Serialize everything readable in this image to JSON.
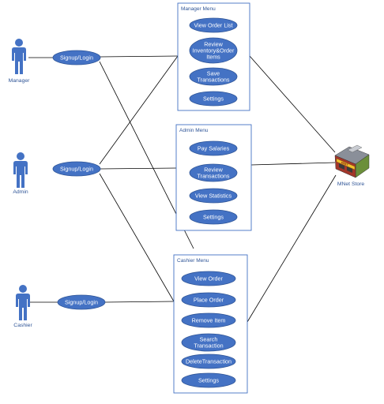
{
  "actors": [
    {
      "id": "manager",
      "label": "Manager"
    },
    {
      "id": "admin",
      "label": "Admin"
    },
    {
      "id": "cashier",
      "label": "Cashier"
    }
  ],
  "login": [
    {
      "id": "manager-login",
      "label": "Signup/Login"
    },
    {
      "id": "admin-login",
      "label": "Signup/Login"
    },
    {
      "id": "cashier-login",
      "label": "Signup/Login"
    }
  ],
  "menus": [
    {
      "id": "manager-menu",
      "title": "Manager Menu",
      "items": [
        [
          "View Order List"
        ],
        [
          "Review",
          "Inventory&Order",
          "Items"
        ],
        [
          "Save",
          "Transactions"
        ],
        [
          "Settings"
        ]
      ]
    },
    {
      "id": "admin-menu",
      "title": "Admin Menu",
      "items": [
        [
          "Pay Salaries"
        ],
        [
          "Review",
          "Transactions"
        ],
        [
          "View Statistics"
        ],
        [
          "Settings"
        ]
      ]
    },
    {
      "id": "cashier-menu",
      "title": "Cashier Menu",
      "items": [
        [
          "View Order"
        ],
        [
          "Place Order"
        ],
        [
          "Remove Item"
        ],
        [
          "Search",
          "Transaction"
        ],
        [
          "DeleteTransaction"
        ],
        [
          "Settings"
        ]
      ]
    }
  ],
  "store": {
    "label": "MNet Store",
    "sign_text": "MNET"
  },
  "colors": {
    "ellipse_fill": "#4472c4",
    "ellipse_stroke": "#2f5597",
    "panel_border": "#4472c4",
    "actor": "#4472c4",
    "line": "#000000",
    "text_accent": "#2f5597"
  }
}
